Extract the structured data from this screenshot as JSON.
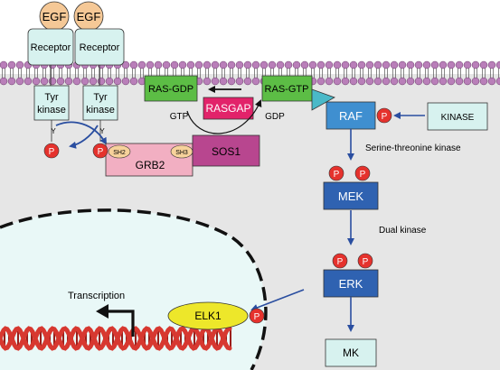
{
  "labels": {
    "egf_left": "EGF",
    "egf_right": "EGF",
    "receptor_left": "Receptor",
    "receptor_right": "Receptor",
    "tyr_kinase_left": [
      "Tyr",
      "kinase"
    ],
    "tyr_kinase_right": [
      "Tyr",
      "kinase"
    ],
    "y_left": "Y",
    "y_right": "Y",
    "p": "P",
    "sh2": "SH2",
    "sh3": "SH3",
    "grb2": "GRB2",
    "sos1": "SOS1",
    "ras_gdp": "RAS-GDP",
    "rasgap": "RASGAP",
    "ras_gtp": "RAS-GTP",
    "gtp": "GTP",
    "gdp": "GDP",
    "raf": "RAF",
    "kinase": "KINASE",
    "serine_threonine_kinase": "Serine-threonine kinase",
    "mek": "MEK",
    "dual_kinase": "Dual kinase",
    "erk": "ERK",
    "mk": "MK",
    "elk1": "ELK1",
    "transcription": "Transcription"
  },
  "colors": {
    "cell_background": "#e6e6e6",
    "egf": "#f5c896",
    "receptor": "#d7f2ef",
    "membrane_head": "#b97fb9",
    "grb2": "#f2afc2",
    "sh_domain": "#f7d29b",
    "sos1": "#b8468f",
    "ras": "#5cbd45",
    "rasgap": "#e2236a",
    "raf": "#3f8fd0",
    "mek_erk": "#2f62b1",
    "mk": "#d7f2ef",
    "elk1": "#ede72a",
    "phospho": "#e5322d",
    "arrow_blue": "#2a4ea0",
    "dna": "#d73830",
    "nucleus": "#e9f8f7"
  },
  "icons": [
    "phospho-circle",
    "dna-helix",
    "transcription-arrow",
    "lipid-bilayer"
  ]
}
